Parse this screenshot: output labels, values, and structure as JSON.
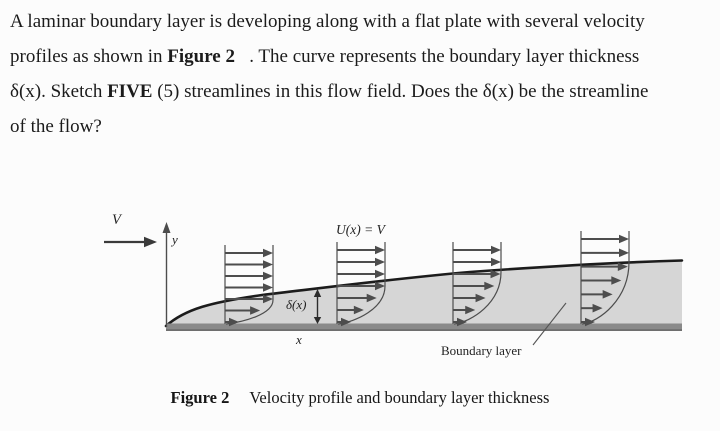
{
  "problem": {
    "lines": [
      {
        "runs": [
          {
            "t": "A laminar boundary layer is developing along with a flat plate with several velocity"
          }
        ]
      },
      {
        "runs": [
          {
            "t": "profiles as shown in "
          },
          {
            "t": "Figure 2",
            "b": true
          },
          {
            "t": "   . The curve represents the boundary layer thickness"
          }
        ]
      },
      {
        "runs": [
          {
            "t": "δ(x). Sketch "
          },
          {
            "t": "FIVE",
            "b": true
          },
          {
            "t": " (5) streamlines in this flow field. Does the δ(x) be the streamline"
          }
        ]
      },
      {
        "runs": [
          {
            "t": "of the flow?"
          }
        ]
      }
    ]
  },
  "figure": {
    "labels": {
      "freestream": "V",
      "y_axis": "y",
      "u_of_x": "U(x) = V",
      "delta": "δ(x)",
      "x_pos": "x",
      "boundary_layer": "Boundary layer"
    },
    "colors": {
      "boundary_fill": "#d6d6d6",
      "plate": "#8a8a8a",
      "ink": "#4d4d4d",
      "curve": "#1c1c1c"
    }
  },
  "caption": {
    "label": "Figure 2",
    "text": "Velocity profile and boundary layer thickness"
  }
}
